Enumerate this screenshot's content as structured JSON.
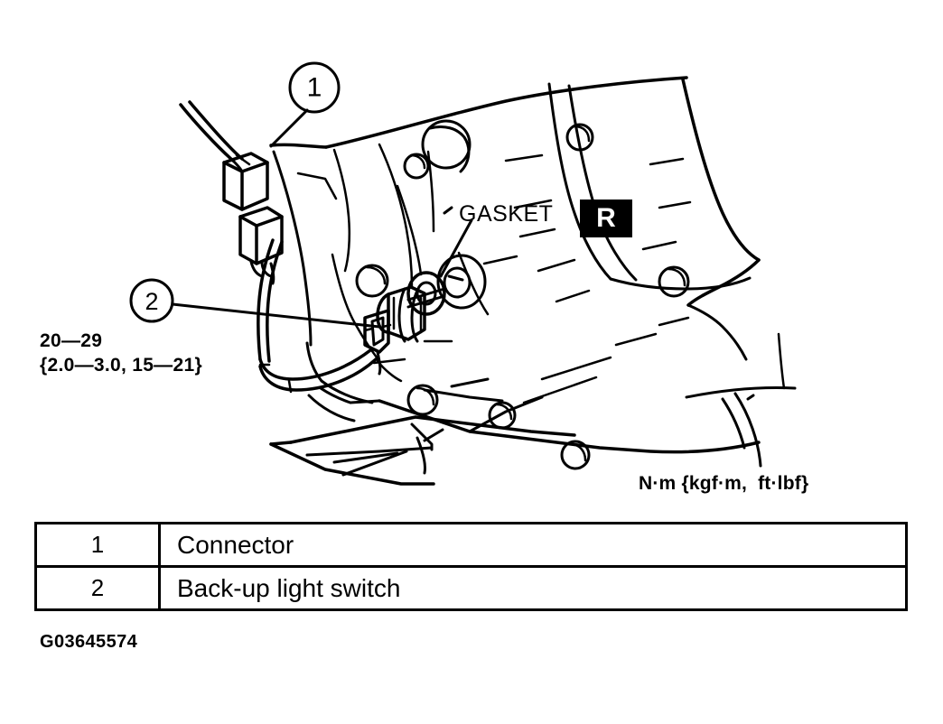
{
  "figure": {
    "id_code": "G03645574",
    "callouts": [
      {
        "number": "1",
        "target": "connector"
      },
      {
        "number": "2",
        "target": "back-up light switch"
      }
    ],
    "gasket_label": "GASKET",
    "gasket_badge": "R",
    "torque_spec": "20—29\n{2.0—3.0, 15—21}",
    "unit_note": "N·m {kgf·m,  ft·lbf}"
  },
  "parts_table": {
    "rows": [
      {
        "number": "1",
        "name": "Connector"
      },
      {
        "number": "2",
        "name": "Back-up light switch"
      }
    ]
  },
  "colors": {
    "line": "#000000",
    "background": "#ffffff",
    "badge_background": "#000000",
    "badge_text": "#ffffff"
  }
}
